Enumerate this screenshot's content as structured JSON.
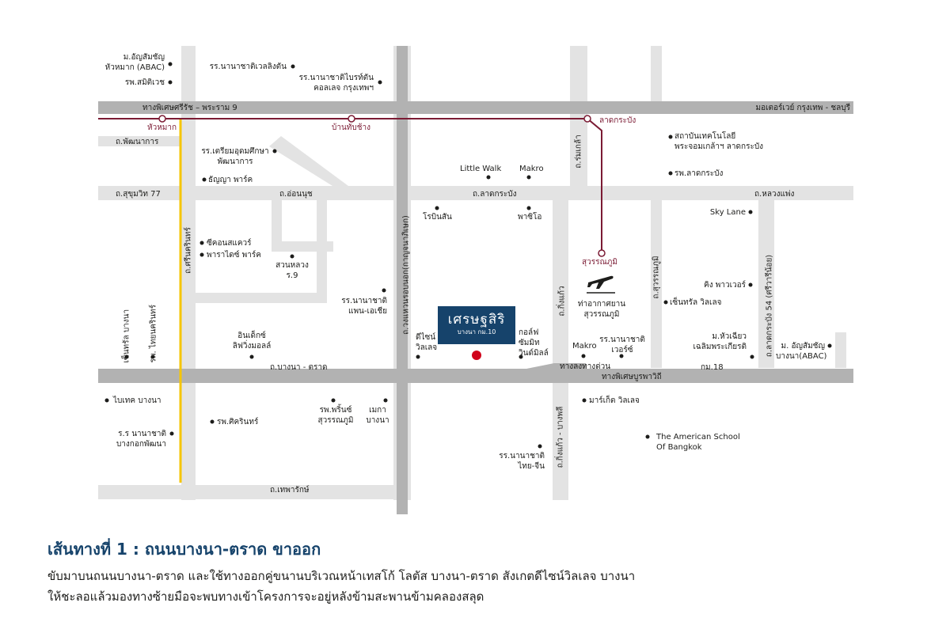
{
  "map": {
    "roads": {
      "phiset_srirat": "ทางพิเศษศรีรัช – พระราม 9",
      "motorway": "มอเตอร์เวย์ กรุงเทพ - ชลบุรี",
      "phatthanakan": "ถ.พัฒนาการ",
      "sukhumvit77": "ถ.สุขุมวิท 77",
      "onnut": "ถ.อ่อนนุช",
      "latkrabang": "ถ.ลาดกระบัง",
      "luang_phaeng": "ถ.หลวงแพ่ง",
      "srinakarin": "ถ.ศรีนครินทร์",
      "kanchanaphisek": "ถ.วงแหวนรอบนอก(กาญจนาภิเษก)",
      "romklao": "ถ.ร่มเกล้า",
      "kingkaew": "ถ.กิ่งแก้ว",
      "suvarnabhumi_rd": "ถ.สุวรรณภูมิ",
      "latkrabang54": "ถ.ลาดกระบัง 54 (ศรีวารีน้อย)",
      "bangna_trat": "ถ.บางนา - ตราด",
      "km18": "กม.18",
      "burapha_withi": "ทางพิเศษบูรพาวิถี",
      "down_ramp": "ทางลงทางด่วน",
      "kingkaew_bangphli": "ถ.กิ่งแก้ว - บางพลี",
      "thepharak": "ถ.เทพารักษ์"
    },
    "stations": {
      "hua_mak": "หัวหมาก",
      "ban_thap_chang": "บ้านทับช้าง",
      "lat_krabang": "ลาดกระบัง",
      "suvarnabhumi": "สุวรรณภูมิ"
    },
    "airport_label": [
      "ท่าอากาศยาน",
      "สุวรรณภูมิ"
    ],
    "landmarks": {
      "abac_huamak": [
        "ม.อัญสัมชัญ",
        "หัวหมาก (ABAC)"
      ],
      "samitivej": "รพ.สมิติเวช",
      "wells_intl": "รร.นานาชาติเวลลิงตัน",
      "bright_intl": [
        "รร.นานาชาติไบรท์ตัน",
        "คอลเลจ กรุงเทพฯ"
      ],
      "triam_phatthanakan": [
        "รร.เตรียมอุดมศึกษา",
        "พัฒนาการ"
      ],
      "thanya_park": "ธัญญา พาร์ค",
      "seacon_square": "ซีคอนสแควร์",
      "paradise_park": "พาราไดซ์ พาร์ค",
      "suan_luang": [
        "สวนหลวง",
        "ร.9"
      ],
      "pan_asia": [
        "รร.นานาชาติ",
        "แพน-เอเชีย"
      ],
      "index_living": [
        "อินเด็กซ์",
        "ลิฟวิ่งมอลล์"
      ],
      "sinakharin_village": [
        "เซ็นทรัล",
        "บางนา"
      ],
      "thai_nakarin": [
        "รพ.",
        "ไทยนครินทร์"
      ],
      "little_walk": "Little Walk",
      "makro_lk": "Makro",
      "robinson": "โรบินสัน",
      "big_c": "พาซิโอ",
      "d_sign_villa": [
        "ดีไซน์",
        "วิลเลจ"
      ],
      "golf": [
        "กอล์ฟ",
        "ซัมมิท",
        "วินด์มิลล์"
      ],
      "airport_school": [
        "รร.นานาชาติ",
        "เวอร์ซ์"
      ],
      "makro_bn": "Makro",
      "km_inst": [
        "สถาบันเทคโนโลยี",
        "พระจอมเกล้าฯ ลาดกระบัง"
      ],
      "rp_latkrabang": "รพ.ลาดกระบัง",
      "sky_lane": "Sky Lane",
      "king_power": "คิง พาวเวอร์",
      "central_village": "เซ็นทรัล วิลเลจ",
      "huachiew": [
        "ม.หัวเฉียว",
        "เฉลิมพระเกียรติ"
      ],
      "abac_bangna": [
        "ม. อัญสัมชัญ",
        "บางนา(ABAC)"
      ],
      "bitec": "ไบเทค บางนา",
      "rp_sikarin": "รพ.ศิครินทร์",
      "rp_princ": [
        "รพ.พริ้นซ์",
        "สุวรรณภูมิ"
      ],
      "mega": [
        "เมกา",
        "บางนา"
      ],
      "bangkok_patana": [
        "ร.ร นานาชาติ",
        "บางกอกพัฒนา"
      ],
      "thai_chinese": [
        "รร.นานาชาติ",
        "ไทย-จีน"
      ],
      "market_village": "มาร์เก็ต วิลเลจ",
      "american_school": [
        "The American School",
        "Of Bangkok"
      ]
    },
    "project": {
      "name": "เศรษฐสิริ",
      "sub": "บางนา กม.10"
    },
    "colors": {
      "road": "#e3e3e3",
      "main_road": "#b2b2b2",
      "yellow_line": "#f6c500",
      "rail_line": "#7b1b34",
      "brand": "#16436b",
      "pin": "#d0021b"
    }
  },
  "route": {
    "title": "เส้นทางที่ 1 : ถนนบางนา-ตราด ขาออก",
    "line1": "ขับมาบนถนนบางนา-ตราด และใช้ทางออกคู่ขนานบริเวณหน้าเทสโก้ โลตัส บางนา-ตราด สังเกตดีไซน์วิลเลจ บางนา",
    "line2": "ให้ชะลอแล้วมองทางซ้ายมือจะพบทางเข้าโครงการจะอยู่หลังข้ามสะพานข้ามคลองสลุด"
  }
}
